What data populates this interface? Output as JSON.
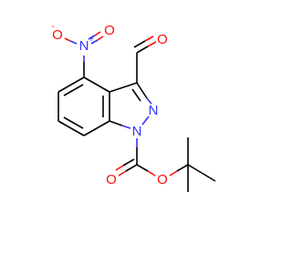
{
  "molecule": {
    "atoms": {
      "nitro_n": {
        "symbol": "N",
        "charge": "+"
      },
      "nitro_o_minus": {
        "symbol": "O",
        "charge": "-"
      },
      "nitro_o": {
        "symbol": "O"
      },
      "aldehyde_o": {
        "symbol": "O"
      },
      "ring_n2": {
        "symbol": "N"
      },
      "ring_n1": {
        "symbol": "N"
      },
      "carbonyl_o": {
        "symbol": "O"
      },
      "ester_o": {
        "symbol": "O"
      }
    },
    "colors": {
      "carbon_bond": "#000000",
      "nitrogen": "#3333ff",
      "oxygen": "#ff0d0d"
    }
  }
}
